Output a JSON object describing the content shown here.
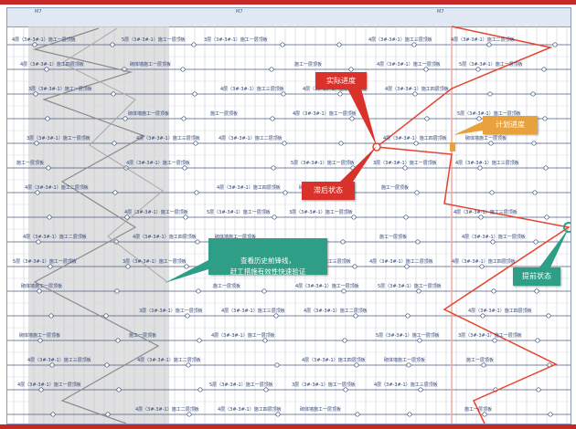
{
  "header": {
    "left_label": "M7",
    "mid_label": "M7",
    "right_label": "M7"
  },
  "callouts": {
    "actual_progress": "实际进度",
    "planned_progress": "计划进度",
    "lagging_status": "滞后状态",
    "history_line": "查看历史前锋线，\n赶工措施有效性快速验证",
    "ahead_status": "提前状态"
  },
  "task_labels": [
    "4层（3#-3#-1）施工一层顶板",
    "5层（3#-3#-1）施工一层顶板",
    "3层（3#-3#-1）施工一层顶板",
    "4层（3#-3#-1）施工三层顶板",
    "4层（3#-3#-1）施工二层顶板",
    "4层（3#-3#-1）施工四层顶板",
    "砌体墙施工一层顶板",
    "施工一层顶板"
  ],
  "colors": {
    "accent_red": "#c62828",
    "actual_line": "#e8432e",
    "planned_line": "#f4a6a0",
    "history_line": "#8c8c8c",
    "callout_red": "#d8322a",
    "callout_orange": "#e8a23d",
    "callout_green": "#2e9e86",
    "grid": "#b9c3d3"
  }
}
